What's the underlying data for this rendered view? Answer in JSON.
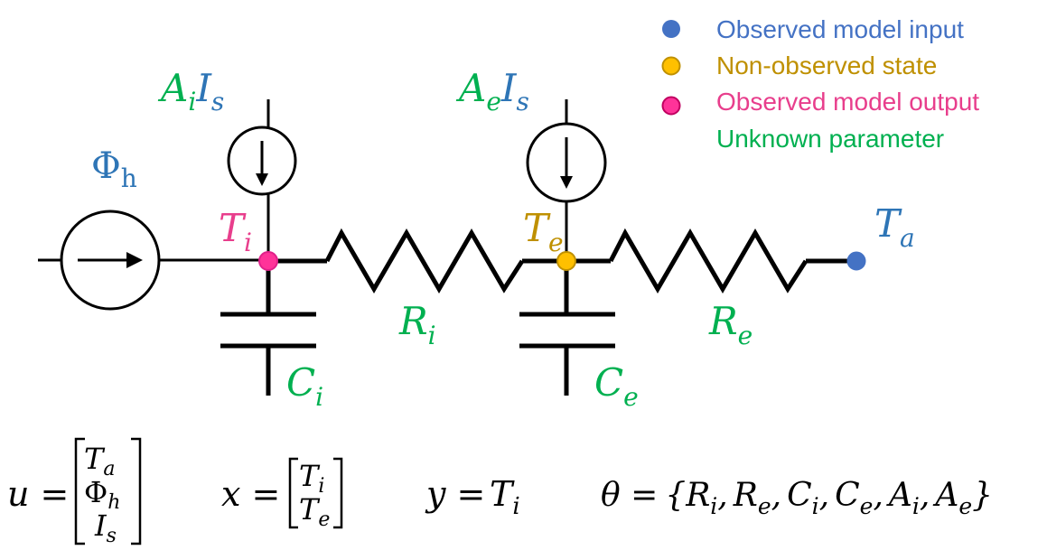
{
  "colors": {
    "wire": "#000000",
    "input": "#4472C4",
    "state": "#BF9000",
    "state_fill": "#FFC000",
    "output": "#E83E8C",
    "output_fill": "#FF3399",
    "param": "#00B050",
    "text_blue": "#2E75B6"
  },
  "legend": {
    "observed_input": "Observed model input",
    "non_observed_state": "Non-observed state",
    "observed_output": "Observed model output",
    "unknown_parameter": "Unknown parameter"
  },
  "labels": {
    "heat_flux": {
      "main": "Φ",
      "sub": "h"
    },
    "ai_is": {
      "a": "A",
      "a_sub": "i",
      "b": "I",
      "b_sub": "s"
    },
    "ae_is": {
      "a": "A",
      "a_sub": "e",
      "b": "I",
      "b_sub": "s"
    },
    "ti": {
      "main": "T",
      "sub": "i"
    },
    "te": {
      "main": "T",
      "sub": "e"
    },
    "ta": {
      "main": "T",
      "sub": "a"
    },
    "ri": {
      "main": "R",
      "sub": "i"
    },
    "re": {
      "main": "R",
      "sub": "e"
    },
    "ci": {
      "main": "C",
      "sub": "i"
    },
    "ce": {
      "main": "C",
      "sub": "e"
    }
  },
  "equations": {
    "u": {
      "lhs": "u =",
      "rows": [
        {
          "main": "T",
          "sub": "a"
        },
        {
          "main": "Φ",
          "sub": "h"
        },
        {
          "main": "I",
          "sub": "s"
        }
      ]
    },
    "x": {
      "lhs": "x =",
      "rows": [
        {
          "main": "T",
          "sub": "i"
        },
        {
          "main": "T",
          "sub": "e"
        }
      ]
    },
    "y": {
      "lhs": "y =",
      "main": "T",
      "sub": "i"
    },
    "theta": {
      "lhs": "θ =",
      "open": "{",
      "items": [
        {
          "main": "R",
          "sub": "i"
        },
        {
          "main": "R",
          "sub": "e"
        },
        {
          "main": "C",
          "sub": "i"
        },
        {
          "main": "C",
          "sub": "e"
        },
        {
          "main": "A",
          "sub": "i"
        },
        {
          "main": "A",
          "sub": "e"
        }
      ],
      "sep": ",",
      "close": "}"
    }
  }
}
